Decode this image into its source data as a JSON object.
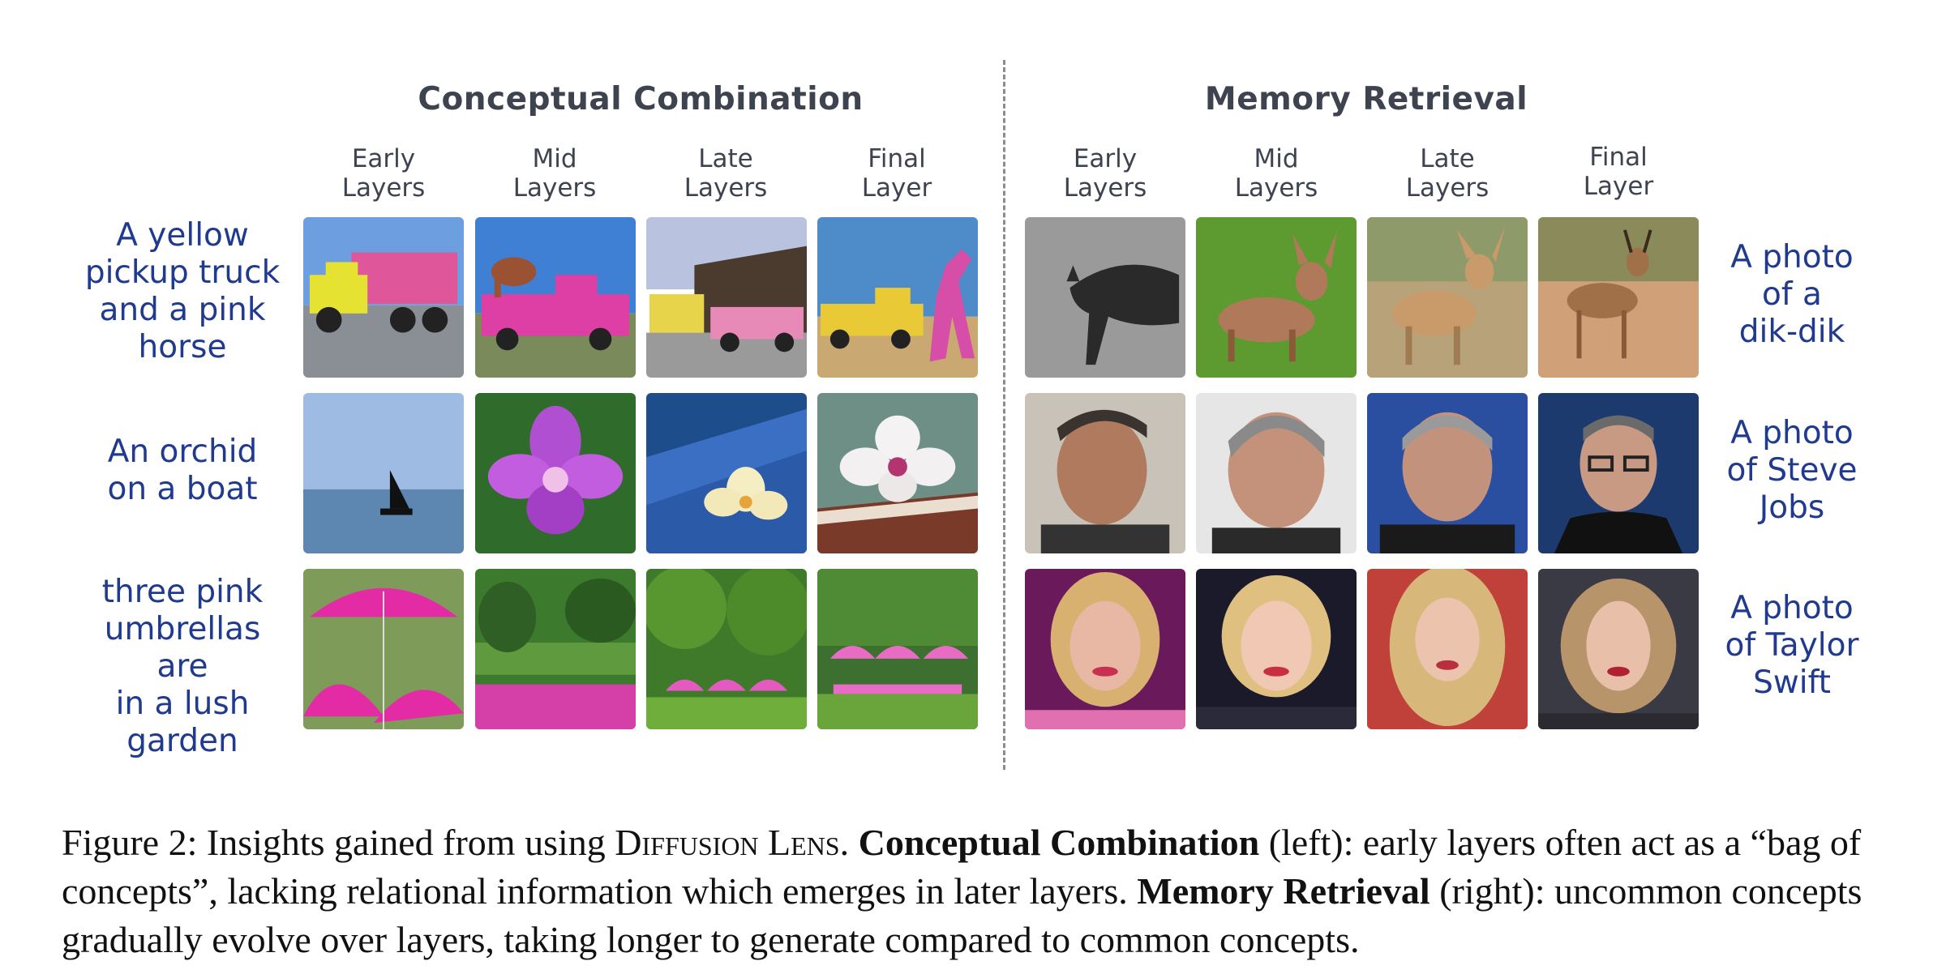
{
  "figure": {
    "left_title": "Conceptual Combination",
    "right_title": "Memory Retrieval",
    "left_columns": [
      {
        "line1": "Early",
        "line2": "Layers"
      },
      {
        "line1": "Mid",
        "line2": "Layers"
      },
      {
        "line1": "Late",
        "line2": "Layers"
      },
      {
        "line1": "Final",
        "line2": "Layer"
      }
    ],
    "right_columns": [
      {
        "line1": "Early",
        "line2": "Layers"
      },
      {
        "line1": "Mid",
        "line2": "Layers"
      },
      {
        "line1": "Late",
        "line2": "Layers"
      },
      {
        "line1": "Final",
        "line2": "Layer"
      }
    ],
    "left_prompts": [
      {
        "lines": [
          "A yellow",
          "pickup truck",
          "and a pink",
          "horse"
        ]
      },
      {
        "lines": [
          "An orchid",
          "on a boat"
        ]
      },
      {
        "lines": [
          "three pink",
          "umbrellas are",
          "in a lush",
          "garden"
        ]
      }
    ],
    "right_prompts": [
      {
        "lines": [
          "A photo",
          "of a",
          "dik-dik"
        ]
      },
      {
        "lines": [
          "A photo",
          "of Steve",
          "Jobs"
        ]
      },
      {
        "lines": [
          "A photo",
          "of Taylor",
          "Swift"
        ]
      }
    ]
  },
  "caption": {
    "prefix": "Figure 2: Insights gained from using ",
    "method_part1": "Diffusion",
    "method_part2": "Lens",
    "after_method": ". ",
    "bold1": "Conceptual Combination",
    "text1": " (left): early layers often act as a “bag of concepts”, lacking relational information which emerges in later layers. ",
    "bold2": "Memory Retrieval",
    "text2": " (right): uncommon concepts gradually evolve over layers, taking longer to generate compared to common concepts."
  },
  "colors": {
    "prompt_text": "#1f3a8f",
    "header_text": "#3d4450",
    "divider": "#8c8c8c"
  }
}
